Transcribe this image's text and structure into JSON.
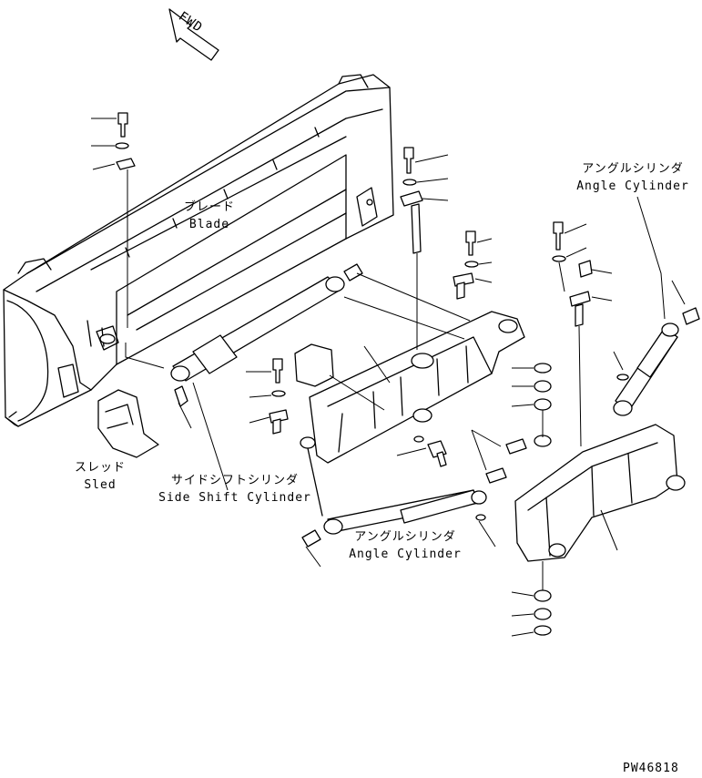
{
  "diagram": {
    "fwd_label": "FWD",
    "part_labels": {
      "blade_jp": "ブレード",
      "blade_en": "Blade",
      "sled_jp": "スレッド",
      "sled_en": "Sled",
      "side_shift_cylinder_jp": "サイドシフトシリンダ",
      "side_shift_cylinder_en": "Side Shift Cylinder",
      "angle_cylinder_right_jp": "アングルシリンダ",
      "angle_cylinder_right_en": "Angle Cylinder",
      "angle_cylinder_left_jp": "アングルシリンダ",
      "angle_cylinder_left_en": "Angle Cylinder"
    },
    "drawing_number": "PW46818"
  }
}
